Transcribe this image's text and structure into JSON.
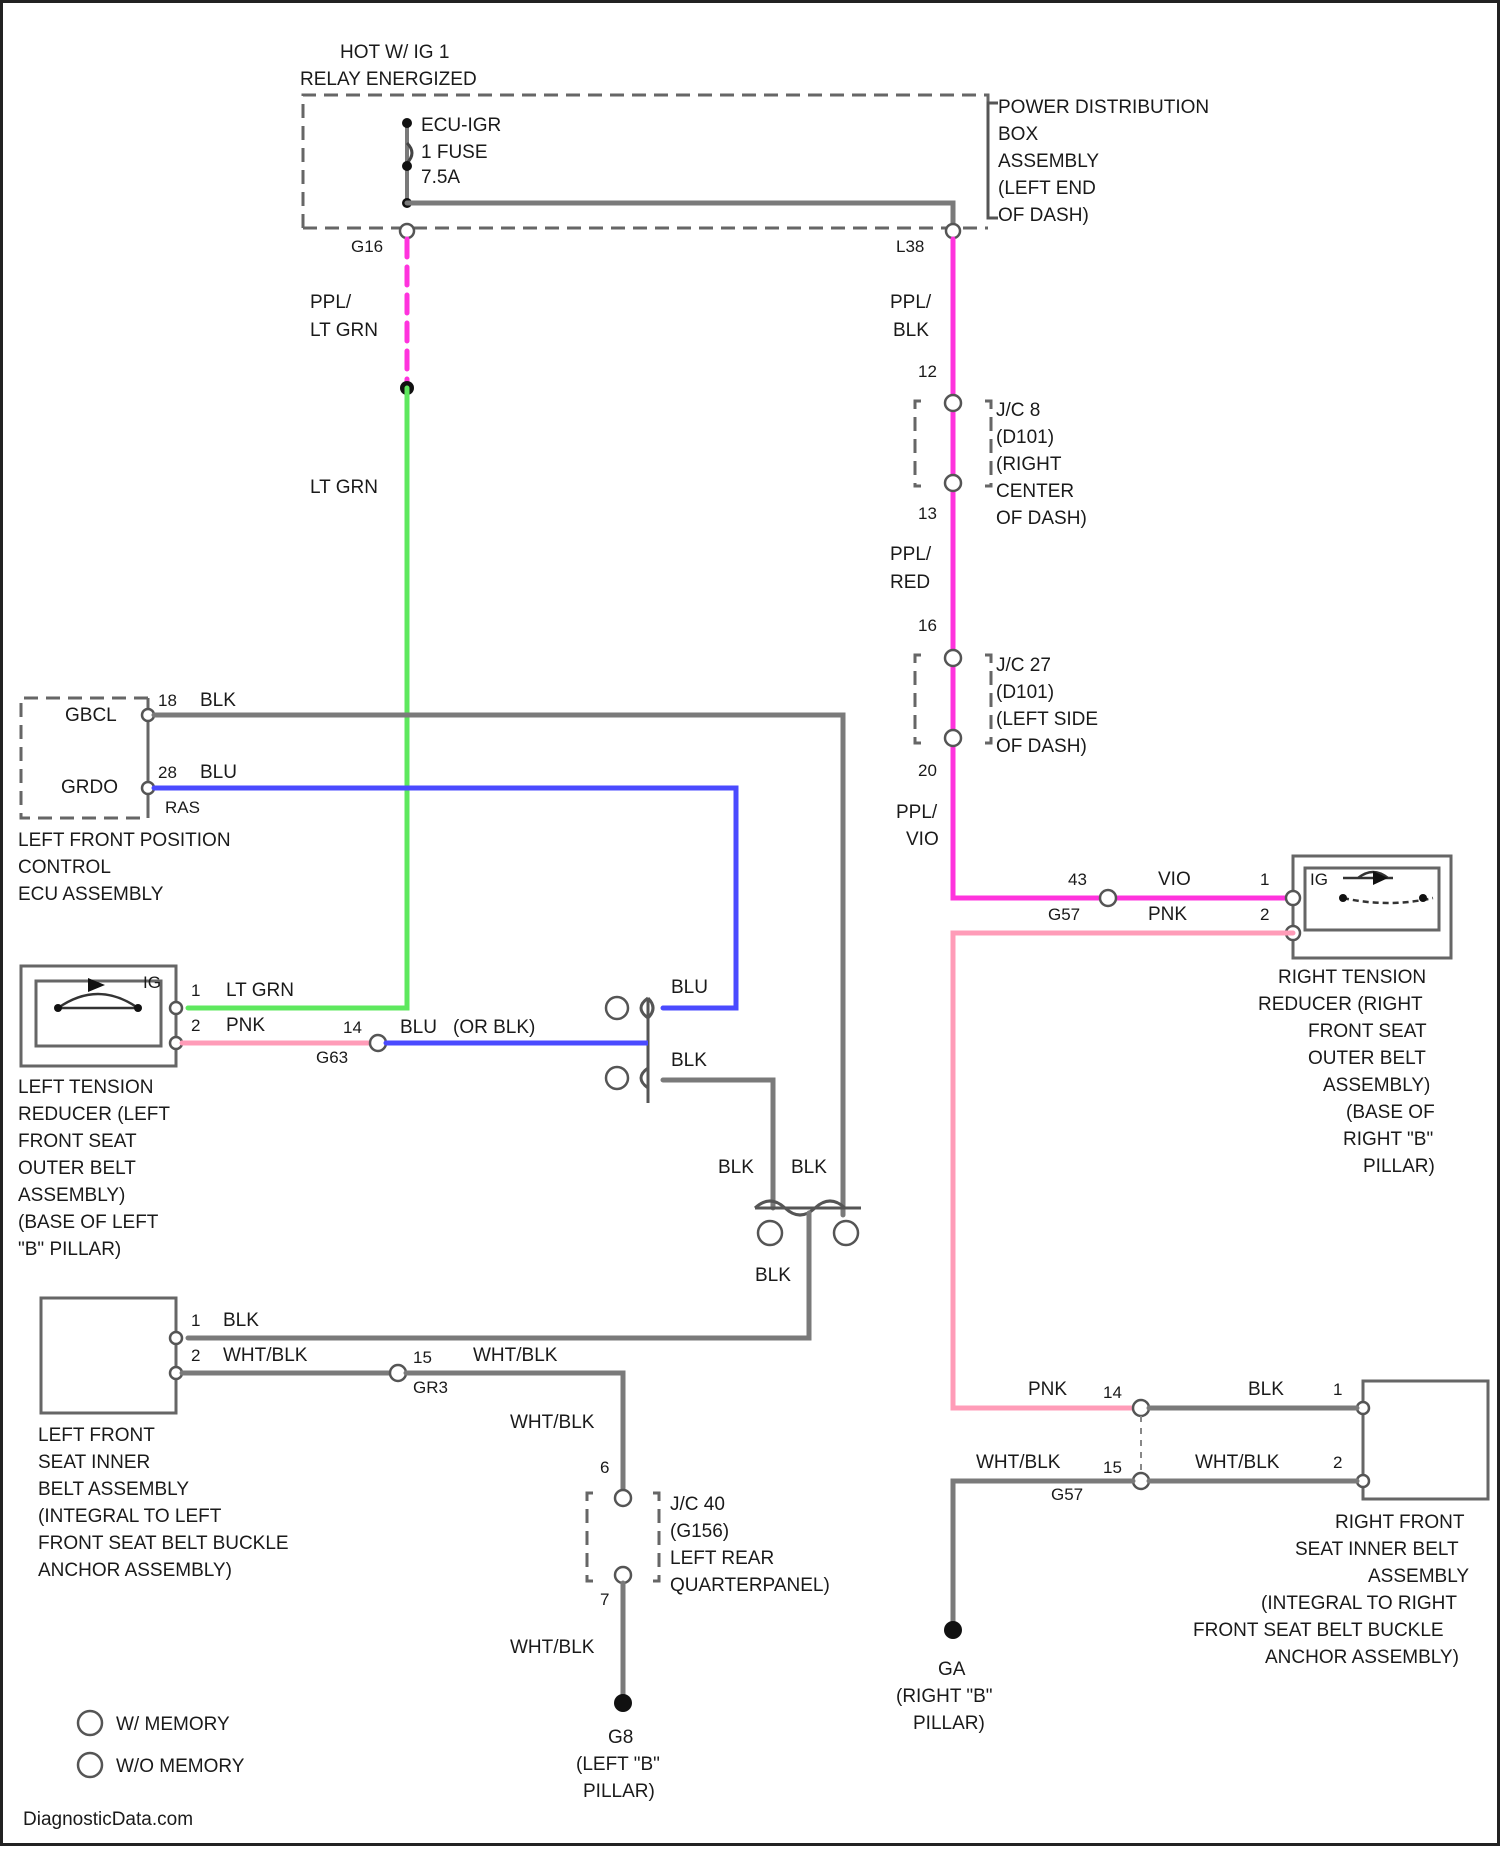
{
  "colors": {
    "gray": "#7a7a7a",
    "green": "#5ee85e",
    "blue": "#4a4aff",
    "magenta": "#ff33dd",
    "pink": "#ff9cb8",
    "dark": "#111111"
  },
  "power": {
    "top1": "HOT W/ IG 1",
    "top2": "RELAY ENERGIZED",
    "fuse1": "ECU-IGR",
    "fuse2": "1 FUSE",
    "fuse3": "7.5A",
    "pin_left": "G16",
    "pin_right": "L38",
    "pdb": [
      "POWER DISTRIBUTION",
      "BOX",
      "ASSEMBLY",
      "(LEFT END",
      "OF DASH)"
    ]
  },
  "wires": {
    "ppl_lt_grn_1": "PPL/",
    "ppl_lt_grn_2": "LT GRN",
    "lt_grn": "LT GRN",
    "ppl_blk_1": "PPL/",
    "ppl_blk_2": "BLK",
    "ppl_red_1": "PPL/",
    "ppl_red_2": "RED",
    "ppl_vio_1": "PPL/",
    "ppl_vio_2": "VIO"
  },
  "jc8": {
    "pin_top": "12",
    "pin_bot": "13",
    "label": [
      "J/C 8",
      "(D101)",
      "(RIGHT",
      "CENTER",
      "OF DASH)"
    ]
  },
  "jc27": {
    "pin_top": "16",
    "pin_bot": "20",
    "label": [
      "J/C 27",
      "(D101)",
      "(LEFT SIDE",
      "OF DASH)"
    ]
  },
  "ecu": {
    "sig1": "GBCL",
    "sig2": "GRDO",
    "pin1": "18",
    "pin2": "28",
    "w1": "BLK",
    "w2": "BLU",
    "alt": "RAS",
    "label": [
      "LEFT FRONT POSITION",
      "CONTROL",
      "ECU ASSEMBLY"
    ]
  },
  "right_tension": {
    "pin_vio": "43",
    "pin_pnk": "G57",
    "w_vio": "VIO",
    "w_pnk": "PNK",
    "p1": "1",
    "p2": "2",
    "inner": "IG",
    "label": [
      "RIGHT TENSION",
      "REDUCER (RIGHT",
      "FRONT SEAT",
      "OUTER BELT",
      "ASSEMBLY)",
      "(BASE OF",
      "RIGHT \"B\"",
      "PILLAR)"
    ]
  },
  "left_tension": {
    "p1": "1",
    "p2": "2",
    "w1": "LT GRN",
    "w2": "PNK",
    "inner": "IG",
    "conn_pin": "14",
    "conn_id": "G63",
    "blu": "BLU",
    "or_blk": "(OR BLK)",
    "label": [
      "LEFT TENSION",
      "REDUCER (LEFT",
      "FRONT SEAT",
      "OUTER BELT",
      "ASSEMBLY)",
      "(BASE OF LEFT",
      "\"B\" PILLAR)"
    ]
  },
  "mid": {
    "blu": "BLU",
    "blk": "BLK",
    "blk2": "BLK",
    "blk3": "BLK",
    "blk4": "BLK"
  },
  "left_inner": {
    "p1": "1",
    "p2": "2",
    "w1": "BLK",
    "w2": "WHT/BLK",
    "conn_pin": "15",
    "conn_id": "GR3",
    "w3": "WHT/BLK",
    "label": [
      "LEFT FRONT",
      "SEAT INNER",
      "BELT ASSEMBLY",
      "(INTEGRAL TO LEFT",
      "FRONT SEAT BELT BUCKLE",
      "ANCHOR ASSEMBLY)"
    ]
  },
  "jc40": {
    "w_in": "WHT/BLK",
    "pin_top": "6",
    "pin_bot": "7",
    "w_out": "WHT/BLK",
    "label": [
      "J/C 40",
      "(G156)",
      "LEFT REAR",
      "QUARTERPANEL)"
    ]
  },
  "ground_left": {
    "id": "G8",
    "l1": "(LEFT \"B\"",
    "l2": "PILLAR)"
  },
  "right_inner": {
    "w_pnk": "PNK",
    "pin14": "14",
    "w_blk": "BLK",
    "p1": "1",
    "w_wht": "WHT/BLK",
    "pin15": "15",
    "conn_id": "G57",
    "w_wht2": "WHT/BLK",
    "p2": "2",
    "label": [
      "RIGHT FRONT",
      "SEAT INNER BELT",
      "ASSEMBLY",
      "(INTEGRAL TO RIGHT",
      "FRONT SEAT BELT BUCKLE",
      "ANCHOR ASSEMBLY)"
    ]
  },
  "ground_right": {
    "id": "GA",
    "l1": "(RIGHT \"B\"",
    "l2": "PILLAR)"
  },
  "legend": {
    "a": "W/ MEMORY",
    "b": "W/O MEMORY"
  },
  "footer": "DiagnosticData.com"
}
